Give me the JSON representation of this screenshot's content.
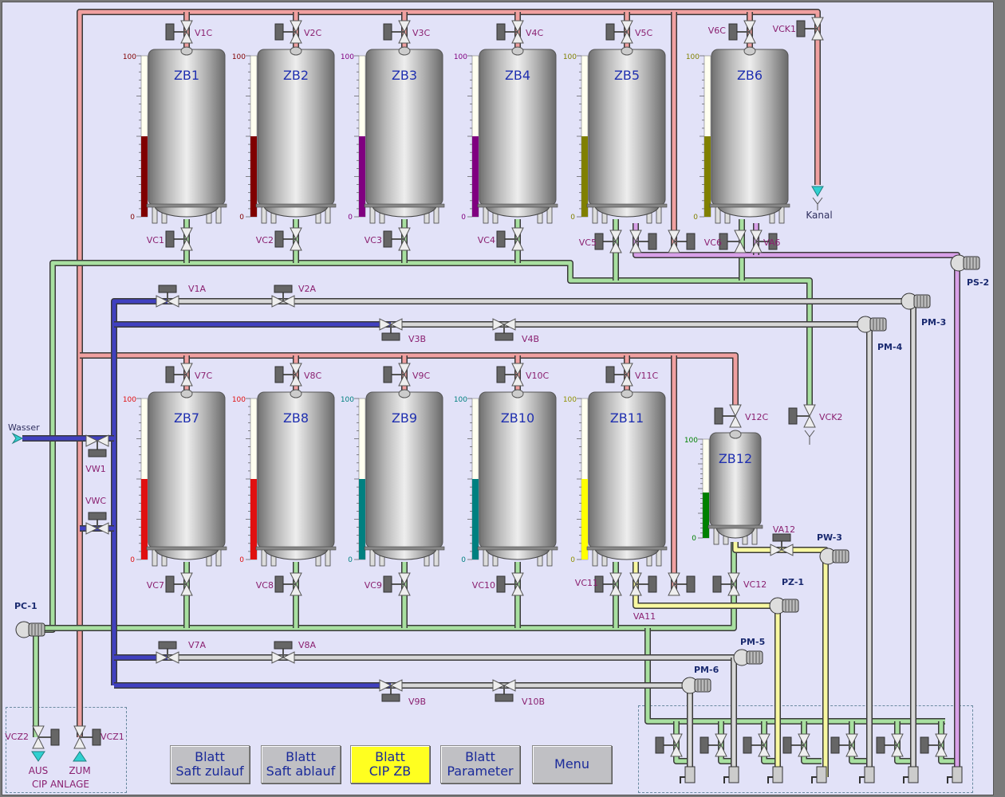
{
  "colors": {
    "background": "#e2e2f8",
    "cip_supply": "#f0a0a0",
    "cip_return": "#a8e0a0",
    "water": "#4040c0",
    "product": "#d8d8d8",
    "purple_line": "#d8a0e8",
    "yellow_line": "#f8f8a0",
    "tank_label": "#2030b0",
    "valve_label": "#8a2070",
    "pump_label": "#1a2a70"
  },
  "tanks": [
    {
      "id": "ZB1",
      "level": 50,
      "color": "#800000",
      "scale_max": "100",
      "scale_min": "0"
    },
    {
      "id": "ZB2",
      "level": 50,
      "color": "#800000",
      "scale_max": "100",
      "scale_min": "0"
    },
    {
      "id": "ZB3",
      "level": 50,
      "color": "#800080",
      "scale_max": "100",
      "scale_min": "0"
    },
    {
      "id": "ZB4",
      "level": 50,
      "color": "#800080",
      "scale_max": "100",
      "scale_min": "0"
    },
    {
      "id": "ZB5",
      "level": 50,
      "color": "#808000",
      "scale_max": "100",
      "scale_min": "0"
    },
    {
      "id": "ZB6",
      "level": 50,
      "color": "#808000",
      "scale_max": "100",
      "scale_min": "0"
    },
    {
      "id": "ZB7",
      "level": 50,
      "color": "#e01010",
      "scale_max": "100",
      "scale_min": "0"
    },
    {
      "id": "ZB8",
      "level": 50,
      "color": "#e01010",
      "scale_max": "100",
      "scale_min": "0"
    },
    {
      "id": "ZB9",
      "level": 50,
      "color": "#008080",
      "scale_max": "100",
      "scale_min": "0"
    },
    {
      "id": "ZB10",
      "level": 50,
      "color": "#008080",
      "scale_max": "100",
      "scale_min": "0"
    },
    {
      "id": "ZB11",
      "level": 50,
      "color": "#ffff00",
      "scale_max": "100",
      "scale_min": "0"
    },
    {
      "id": "ZB12",
      "level": 46,
      "color": "#008000",
      "scale_max": "100",
      "scale_min": "0"
    }
  ],
  "valves": {
    "V1C": "V1C",
    "V2C": "V2C",
    "V3C": "V3C",
    "V4C": "V4C",
    "V5C": "V5C",
    "V6C": "V6C",
    "VCK1": "VCK1",
    "VC1": "VC1",
    "VC2": "VC2",
    "VC3": "VC3",
    "VC4": "VC4",
    "VC5": "VC5",
    "VC6": "VC6",
    "VA6": "VA6",
    "V7C": "V7C",
    "V8C": "V8C",
    "V9C": "V9C",
    "V10C": "V10C",
    "V11C": "V11C",
    "V12C": "V12C",
    "VCK2": "VCK2",
    "VC7": "VC7",
    "VC8": "VC8",
    "VC9": "VC9",
    "VC10": "VC10",
    "VC11": "VC11",
    "VA11": "VA11",
    "VC12": "VC12",
    "VA12": "VA12",
    "V1A": "V1A",
    "V2A": "V2A",
    "V3B": "V3B",
    "V4B": "V4B",
    "V7A": "V7A",
    "V8A": "V8A",
    "V9B": "V9B",
    "V10B": "V10B",
    "VW1": "VW1",
    "VWC": "VWC",
    "VCZ1": "VCZ1",
    "VCZ2": "VCZ2"
  },
  "pumps": {
    "PC1": "PC-1",
    "PS2": "PS-2",
    "PM3": "PM-3",
    "PM4": "PM-4",
    "PM5": "PM-5",
    "PM6": "PM-6",
    "PW3": "PW-3",
    "PZ1": "PZ-1"
  },
  "flow_labels": {
    "wasser": "Wasser",
    "kanal": "Kanal",
    "aus": "AUS",
    "zum": "ZUM",
    "cip_anlage": "CIP ANLAGE"
  },
  "buttons": [
    {
      "line1": "Blatt",
      "line2": "Saft zulauf",
      "active": false
    },
    {
      "line1": "Blatt",
      "line2": "Saft ablauf",
      "active": false
    },
    {
      "line1": "Blatt",
      "line2": "CIP ZB",
      "active": true
    },
    {
      "line1": "Blatt",
      "line2": "Parameter",
      "active": false
    },
    {
      "line1": "Menu",
      "line2": "",
      "active": false
    }
  ]
}
